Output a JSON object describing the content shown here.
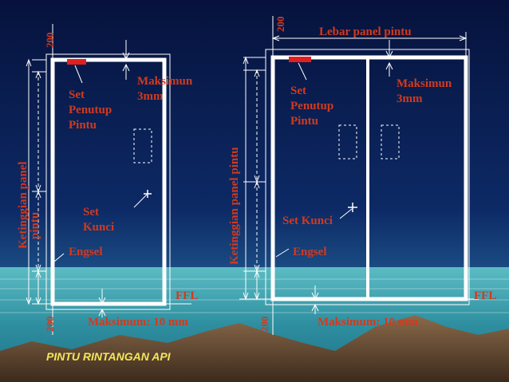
{
  "title": "PINTU RINTANGAN API",
  "colors": {
    "label_red": "#d23a1e",
    "door_white": "#ffffff",
    "sky_top": "#0a1a4a",
    "sea": "#3fa6b0",
    "title_yellow": "#f3e65a"
  },
  "left_door": {
    "dim_top": "200",
    "dim_bottom": "200",
    "height_label_line1": "Ketinggian panel",
    "height_label_line2": "pintu",
    "closer_label": [
      "Set",
      "Penutup",
      "Pintu"
    ],
    "gap_label": [
      "Maksimun",
      "3mm"
    ],
    "lock_label": [
      "Set",
      "Kunci"
    ],
    "hinge_label": "Engsel",
    "ffl_label": "FFL",
    "bottom_gap_label": "Maksimum: 10 mm"
  },
  "right_door": {
    "dim_top": "200",
    "dim_bottom": "200",
    "width_label": "Lebar panel pintu",
    "height_label": "Ketinggian panel pintu",
    "closer_label": [
      "Set",
      "Penutup",
      "Pintu"
    ],
    "gap_label": [
      "Maksimun",
      "3mm"
    ],
    "lock_label": "Set Kunci",
    "hinge_label": "Engsel",
    "ffl_label": "FFL",
    "bottom_gap_label": "Maksimum: 10 mm"
  }
}
